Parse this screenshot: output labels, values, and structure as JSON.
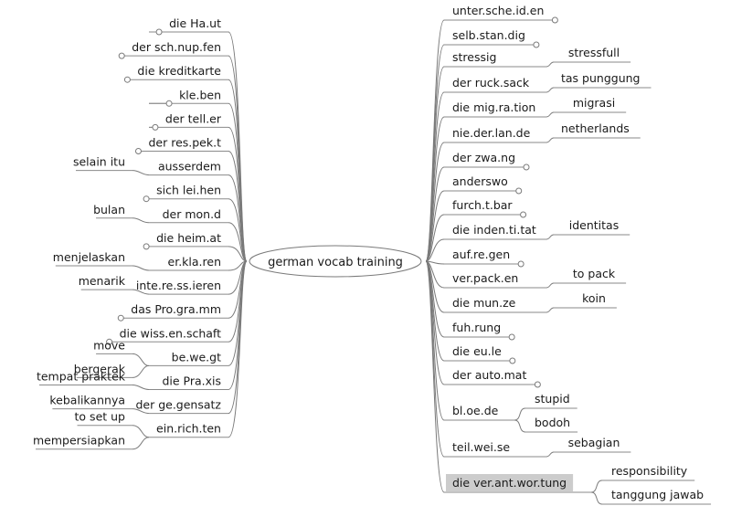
{
  "center": {
    "label": "german vocab training"
  },
  "left": [
    {
      "label": "die Ha.ut",
      "children": []
    },
    {
      "label": "der sch.nup.fen",
      "children": []
    },
    {
      "label": "die kreditkarte",
      "children": []
    },
    {
      "label": "kle.ben",
      "children": []
    },
    {
      "label": "der tell.er",
      "children": []
    },
    {
      "label": "der res.pek.t",
      "children": []
    },
    {
      "label": "ausserdem",
      "children": [
        "selain itu"
      ]
    },
    {
      "label": "sich lei.hen",
      "children": []
    },
    {
      "label": "der mon.d",
      "children": [
        "bulan"
      ]
    },
    {
      "label": "die heim.at",
      "children": []
    },
    {
      "label": "er.kla.ren",
      "children": [
        "menjelaskan"
      ]
    },
    {
      "label": "inte.re.ss.ieren",
      "children": [
        "menarik"
      ]
    },
    {
      "label": "das Pro.gra.mm",
      "children": []
    },
    {
      "label": "die wiss.en.schaft",
      "children": []
    },
    {
      "label": "be.we.gt",
      "children": [
        "move",
        "bergerak"
      ]
    },
    {
      "label": "die Pra.xis",
      "children": [
        "tempat praktek"
      ]
    },
    {
      "label": "der ge.gensatz",
      "children": [
        "kebalikannya"
      ]
    },
    {
      "label": "ein.rich.ten",
      "children": [
        "to set up",
        "mempersiapkan"
      ]
    }
  ],
  "right": [
    {
      "label": "unter.sche.id.en",
      "children": []
    },
    {
      "label": "selb.stan.dig",
      "children": []
    },
    {
      "label": "stressig",
      "children": [
        "stressfull"
      ]
    },
    {
      "label": "der ruck.sack",
      "children": [
        "tas punggung"
      ]
    },
    {
      "label": "die mig.ra.tion",
      "children": [
        "migrasi"
      ]
    },
    {
      "label": "nie.der.lan.de",
      "children": [
        "netherlands"
      ]
    },
    {
      "label": "der zwa.ng",
      "children": []
    },
    {
      "label": "anderswo",
      "children": []
    },
    {
      "label": "furch.t.bar",
      "children": []
    },
    {
      "label": "die inden.ti.tat",
      "children": [
        "identitas"
      ]
    },
    {
      "label": "auf.re.gen",
      "children": []
    },
    {
      "label": "ver.pack.en",
      "children": [
        "to pack"
      ]
    },
    {
      "label": "die mun.ze",
      "children": [
        "koin"
      ]
    },
    {
      "label": "fuh.rung",
      "children": []
    },
    {
      "label": "die eu.le",
      "children": []
    },
    {
      "label": "der auto.mat",
      "children": []
    },
    {
      "label": "bl.oe.de",
      "children": [
        "stupid",
        "bodoh"
      ]
    },
    {
      "label": "teil.wei.se",
      "children": [
        "sebagian"
      ]
    },
    {
      "label": "die ver.ant.wor.tung",
      "children": [
        "responsibility",
        "tanggung jawab"
      ],
      "selected": true
    }
  ],
  "colors": {
    "line": "#7a7a7a",
    "text": "#1a1a1a",
    "selected_bg": "#cccccc"
  },
  "icons": {
    "collapsed": "collapse-knob-icon"
  }
}
